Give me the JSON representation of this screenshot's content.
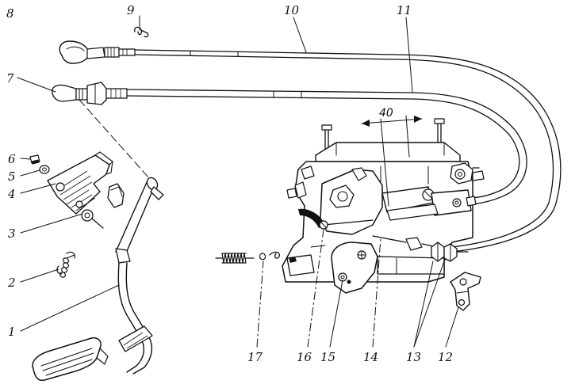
{
  "labels": {
    "n1": "1",
    "n2": "2",
    "n3": "3",
    "n4": "4",
    "n5": "5",
    "n6": "6",
    "n7": "7",
    "n8": "8",
    "n9": "9",
    "n10": "10",
    "n11": "11",
    "n12": "12",
    "n13": "13",
    "n14": "14",
    "n15": "15",
    "n16": "16",
    "n17": "17"
  },
  "dimension": "40",
  "colors": {
    "ink": "#111111",
    "paper": "#ffffff"
  }
}
